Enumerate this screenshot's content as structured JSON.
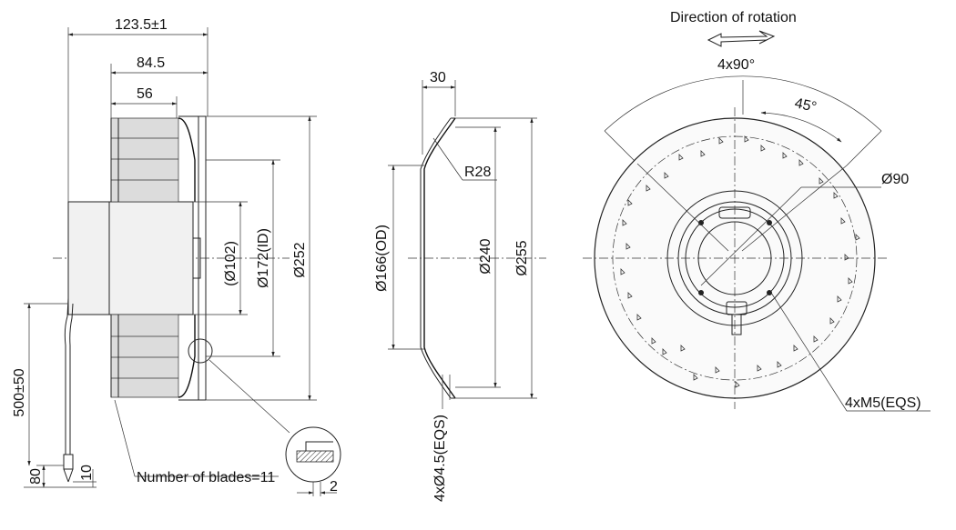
{
  "side_view": {
    "dim_total_length": "123.5±1",
    "dim_length_845": "84.5",
    "dim_length_56": "56",
    "dim_inner_102": "(Ø102)",
    "dim_id_172": "Ø172(ID)",
    "dim_outer_252": "Ø252",
    "dim_cable": "500±50",
    "dim_cable_80": "80",
    "dim_cable_10": "10",
    "dim_detail_2": "2",
    "blades_note": "Number of blades=11"
  },
  "inlet_ring": {
    "dim_depth_30": "30",
    "dim_radius": "R28",
    "dim_od_166": "Ø166(OD)",
    "dim_240": "Ø240",
    "dim_255": "Ø255",
    "dim_holes": "4xØ4.5(EQS)"
  },
  "front_view": {
    "rotation_label": "Direction of rotation",
    "angle_4x90": "4x90°",
    "angle_45": "45°",
    "dim_90": "Ø90",
    "screws_note": "4xM5(EQS)"
  }
}
